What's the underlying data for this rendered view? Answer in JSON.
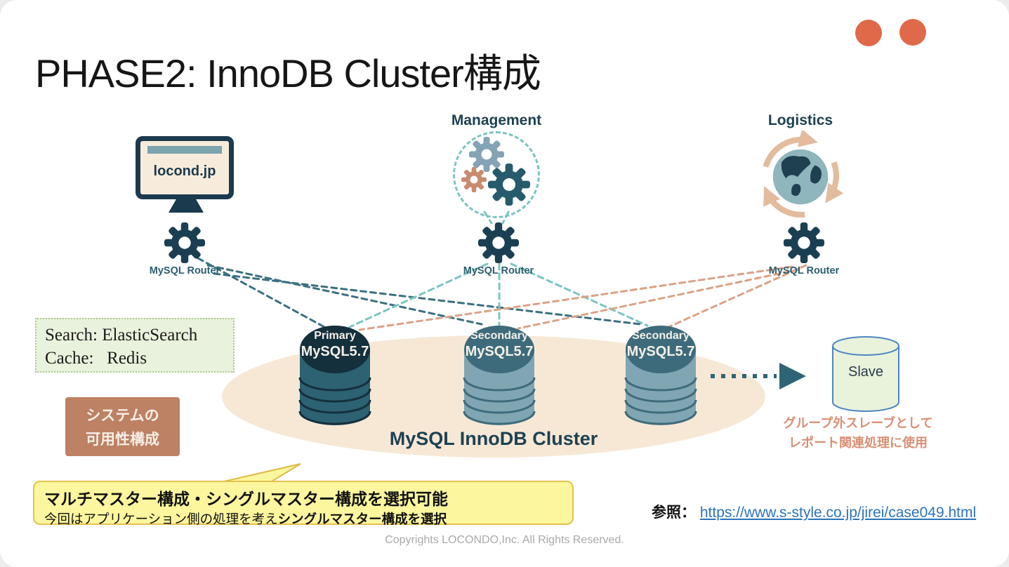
{
  "slide": {
    "title": "PHASE2: InnoDB Cluster構成",
    "footer": "Copyrights LOCONDO,Inc. All Rights Reserved.",
    "reference": {
      "label": "参照：",
      "url": "https://www.s-style.co.jp/jirei/case049.html"
    }
  },
  "clients": {
    "web": {
      "label": "locond.jp"
    },
    "management": {
      "label": "Management"
    },
    "logistics": {
      "label": "Logistics"
    }
  },
  "router": {
    "label": "MySQL Router"
  },
  "cluster": {
    "label": "MySQL InnoDB Cluster",
    "nodes": [
      {
        "role": "Primary",
        "version": "MySQL5.7"
      },
      {
        "role": "Secondary",
        "version": "MySQL5.7"
      },
      {
        "role": "Secondary",
        "version": "MySQL5.7"
      }
    ]
  },
  "slave": {
    "label": "Slave",
    "note": {
      "line1": "グループ外スレーブとして",
      "line2": "レポート関連処理に使用"
    }
  },
  "notes": {
    "search_cache": {
      "line1": "Search: ElasticSearch",
      "line2": "Cache:   Redis"
    },
    "availability": {
      "line1": "システムの",
      "line2": "可用性構成"
    },
    "callout": {
      "line1": "マルチマスター構成・シングルマスター構成を選択可能",
      "line2_normal": "今回はアプリケーション側の処理を考え",
      "line2_bold": "シングルマスター構成を選択"
    }
  },
  "colors": {
    "accent_dot": "#E0694A",
    "dark_navy": "#1B3A4D",
    "teal_dark": "#265B6B",
    "teal_light": "#7CC5C1",
    "salmon_line": "#D9A286",
    "ellipse_bg": "#F7E8D6",
    "primary_top": "#14303C",
    "primary_body": "#2C6272",
    "secondary_top": "#3E6B7B",
    "secondary_body": "#7FA6B2",
    "slave_fill": "#E9F2DA",
    "slave_border": "#4D86C4",
    "green_note_bg": "#E9F2DC",
    "availability_bg": "#BD8164",
    "callout_bg": "#FCF69E",
    "link_blue": "#2C74B8"
  }
}
